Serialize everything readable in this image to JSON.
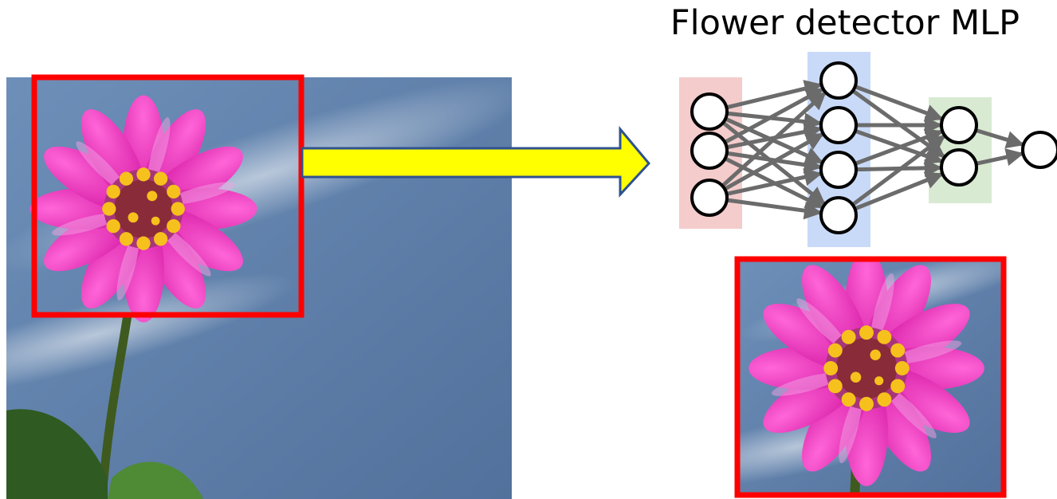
{
  "title": "Flower detector MLP",
  "colors": {
    "crop_box": "#ff0000",
    "arrow_fill": "#ffff00",
    "arrow_stroke": "#2f528f",
    "input_layer_bg": "#f4cccc",
    "hidden_layer_1_bg": "#c9daf8",
    "hidden_layer_2_bg": "#d9ead3",
    "edge": "#6b6b6b",
    "sky": "#6282ab",
    "petal": "#ee3cc4",
    "flower_center": "#f6c11c",
    "stem": "#3f5a1e",
    "leaf": "#4f8a35"
  },
  "network": {
    "layer_sizes": [
      3,
      4,
      2,
      1
    ]
  }
}
